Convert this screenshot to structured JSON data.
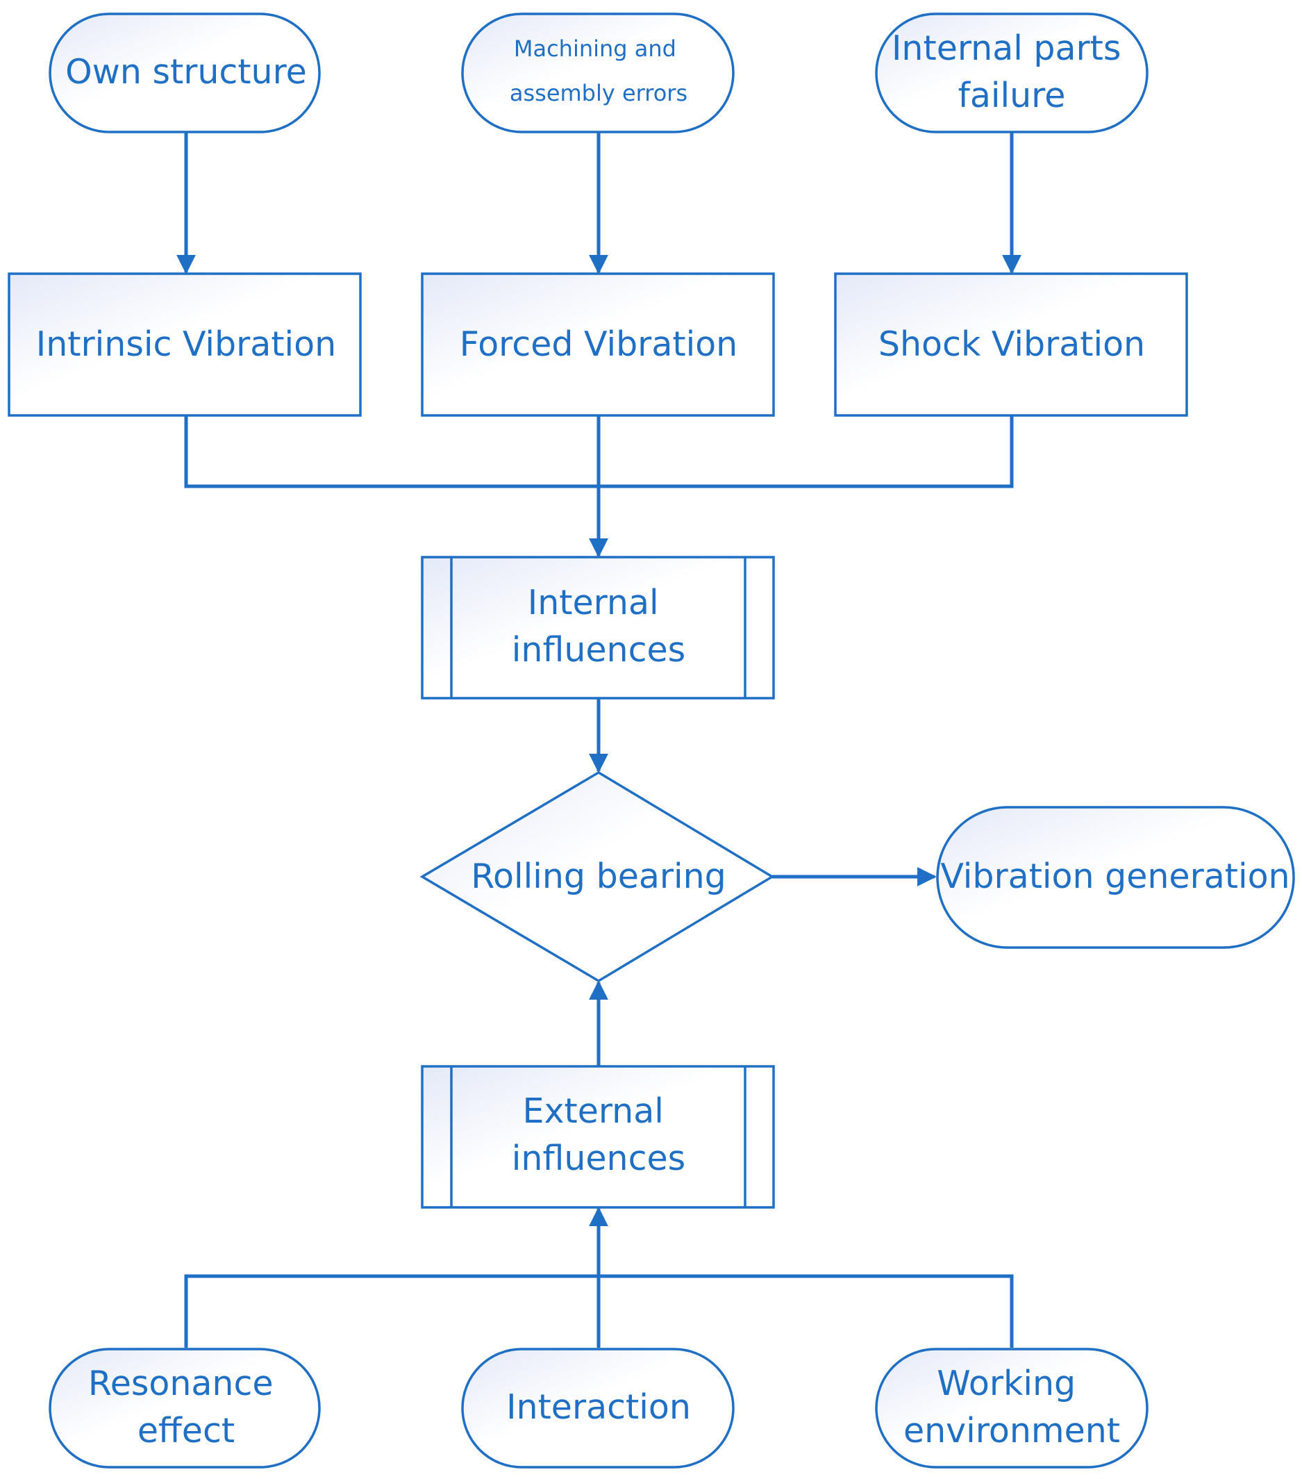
{
  "nodes": {
    "own_structure": {
      "lines": [
        "Own structure"
      ]
    },
    "machining_errors": {
      "lines": [
        "Machining and",
        "assembly errors"
      ]
    },
    "internal_parts_failure": {
      "lines": [
        "Internal parts",
        "failure"
      ]
    },
    "intrinsic_vibration": {
      "lines": [
        "Intrinsic Vibration"
      ]
    },
    "forced_vibration": {
      "lines": [
        "Forced Vibration"
      ]
    },
    "shock_vibration": {
      "lines": [
        "Shock Vibration"
      ]
    },
    "internal_influences": {
      "lines": [
        "Internal",
        "influences"
      ]
    },
    "rolling_bearing": {
      "lines": [
        "Rolling bearing"
      ]
    },
    "vibration_generation": {
      "lines": [
        "Vibration generation"
      ]
    },
    "external_influences": {
      "lines": [
        "External",
        "influences"
      ]
    },
    "resonance_effect": {
      "lines": [
        "Resonance",
        "effect"
      ]
    },
    "interaction": {
      "lines": [
        "Interaction"
      ]
    },
    "working_environment": {
      "lines": [
        "Working",
        "environment"
      ]
    }
  },
  "colors": {
    "stroke": "#1f6fc4",
    "text": "#1f6fc4",
    "fill_light": "#e4e9f8",
    "fill_white": "#ffffff"
  }
}
